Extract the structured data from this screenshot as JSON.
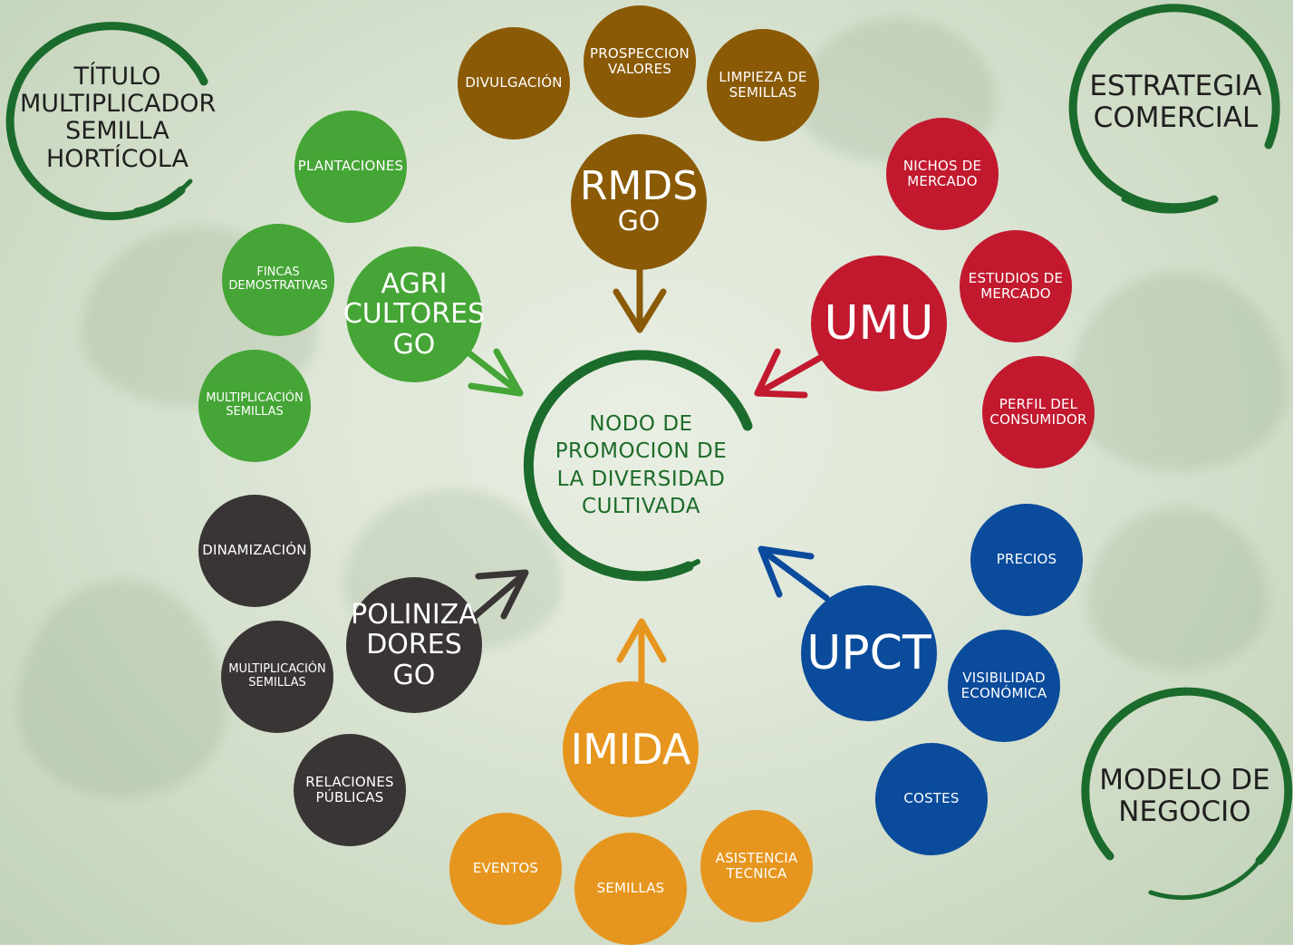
{
  "corner_labels": {
    "top_left": "TÍTULO\nMULTIPLICADOR\nSEMILLA\nHORTÍCOLA",
    "top_right": "ESTRATEGIA\nCOMERCIAL",
    "bottom_right": "MODELO DE\nNEGOCIO"
  },
  "center": "NODO DE\nPROMOCION DE\nLA DIVERSIDAD\nCULTIVADA",
  "hubs": {
    "rmds": {
      "name": "RMDS",
      "sub": "GO",
      "color": "#8a5a06"
    },
    "agri": {
      "name": "AGRI\nCULTORES\nGO",
      "color": "#45a536"
    },
    "umu": {
      "name": "UMU",
      "color": "#c2192f"
    },
    "upct": {
      "name": "UPCT",
      "color": "#0a4b9c"
    },
    "poliniza": {
      "name": "POLINIZA\nDORES\nGO",
      "color": "#3a3535"
    },
    "imida": {
      "name": "IMIDA",
      "color": "#e6961e"
    }
  },
  "nodes": {
    "divulgacion": "DIVULGACIÓN",
    "prospeccion": "PROSPECCION\nVALORES",
    "limpieza": "LIMPIEZA DE\nSEMILLAS",
    "plantaciones": "PLANTACIONES",
    "fincas": "FINCAS\nDEMOSTRATIVAS",
    "multiplicacion_green": "MULTIPLICACIÓN\nSEMILLAS",
    "nichos": "NICHOS DE\nMERCADO",
    "estudios": "ESTUDIOS DE\nMERCADO",
    "perfil": "PERFIL DEL\nCONSUMIDOR",
    "precios": "PRECIOS",
    "visibilidad": "VISIBILIDAD\nECONÓMICA",
    "costes": "COSTES",
    "dinamizacion": "DINAMIZACIÓN",
    "multiplicacion_dark": "MULTIPLICACIÓN\nSEMILLAS",
    "relaciones": "RELACIONES\nPÚBLICAS",
    "eventos": "EVENTOS",
    "semillas": "SEMILLAS",
    "asistencia": "ASISTENCIA\nTECNICA"
  }
}
